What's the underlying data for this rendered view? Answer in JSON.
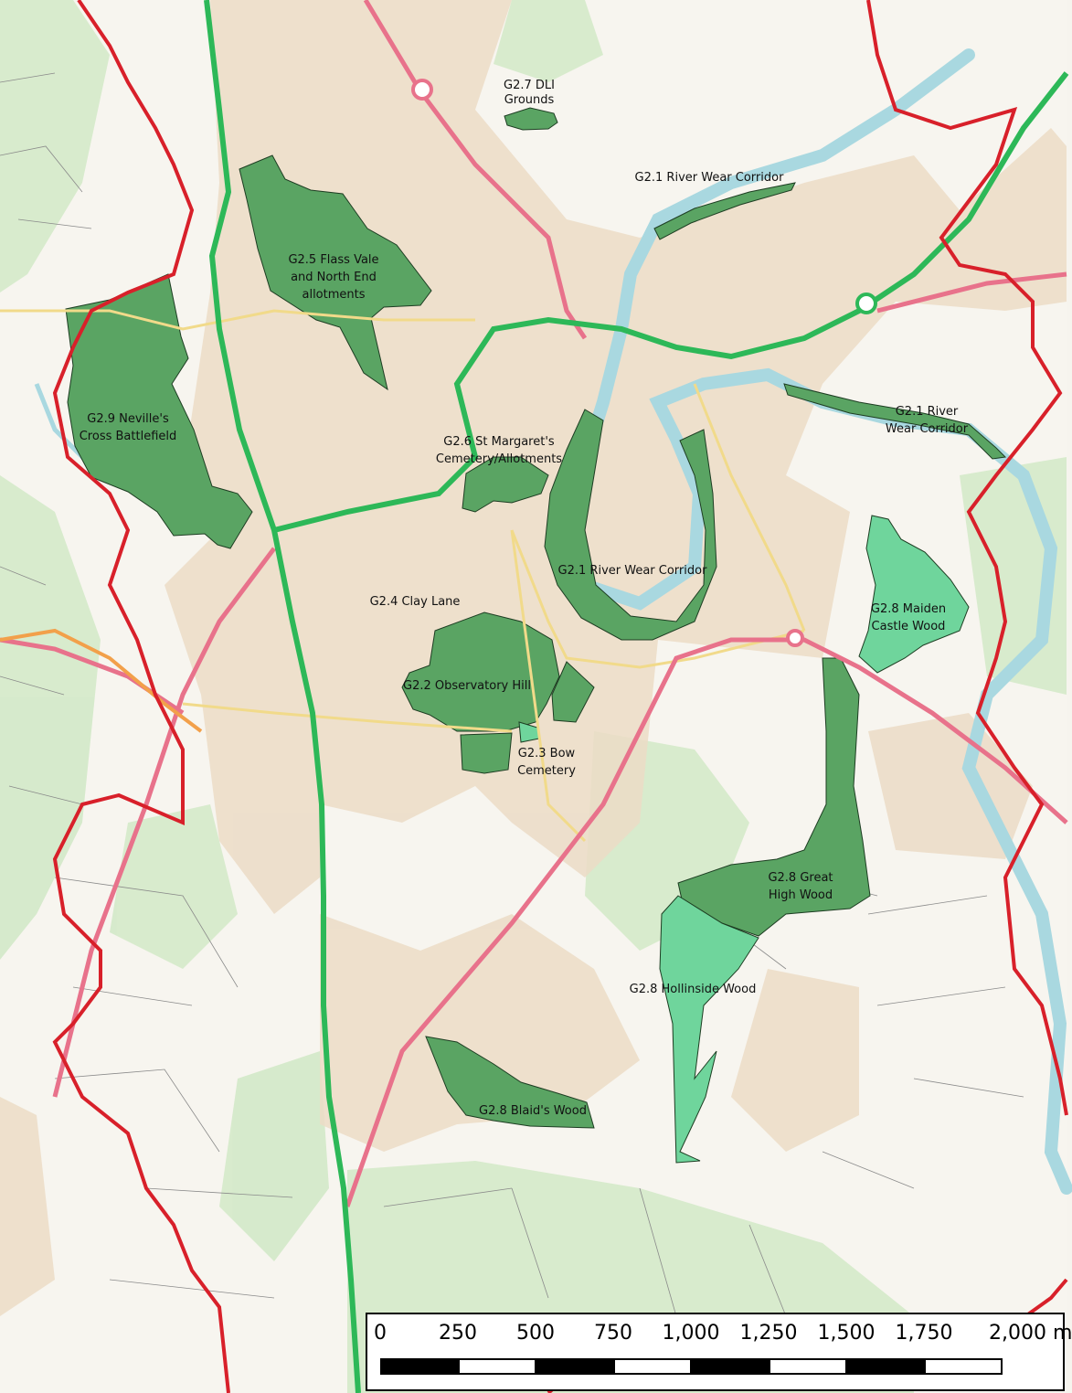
{
  "map": {
    "labels": {
      "dli": [
        "G2.7 DLI",
        "Grounds"
      ],
      "wear_north": "G2.1 River Wear Corridor",
      "flass": [
        "G2.5 Flass Vale",
        "and North End",
        "allotments"
      ],
      "wear_east": [
        "G2.1 River",
        "Wear Corridor"
      ],
      "nevilles": [
        "G2.9 Neville's",
        "Cross Battlefield"
      ],
      "st_margarets": [
        "G2.6 St Margaret's",
        "Cemetery/Allotments"
      ],
      "wear_center": "G2.1 River Wear Corridor",
      "clay_lane": "G2.4 Clay Lane",
      "maiden_castle": [
        "G2.8 Maiden",
        "Castle Wood"
      ],
      "observatory": "G2.2 Observatory Hill",
      "bow": [
        "G2.3 Bow",
        "Cemetery"
      ],
      "great_high": [
        "G2.8 Great",
        "High Wood"
      ],
      "hollinside": "G2.8 Hollinside Wood",
      "blaids": "G2.8 Blaid's Wood"
    },
    "colors": {
      "green_infrastructure": "#5aa463",
      "light_green_infrastructure": "#6fd59c",
      "boundary": "#d8202a",
      "trunk_road": "#2db858",
      "a_road": "#e8728b",
      "river": "#a9d8e0"
    }
  },
  "scale_bar": {
    "ticks": [
      "0",
      "250",
      "500",
      "750",
      "1,000",
      "1,250",
      "1,500",
      "1,750",
      "2,000 m"
    ]
  }
}
